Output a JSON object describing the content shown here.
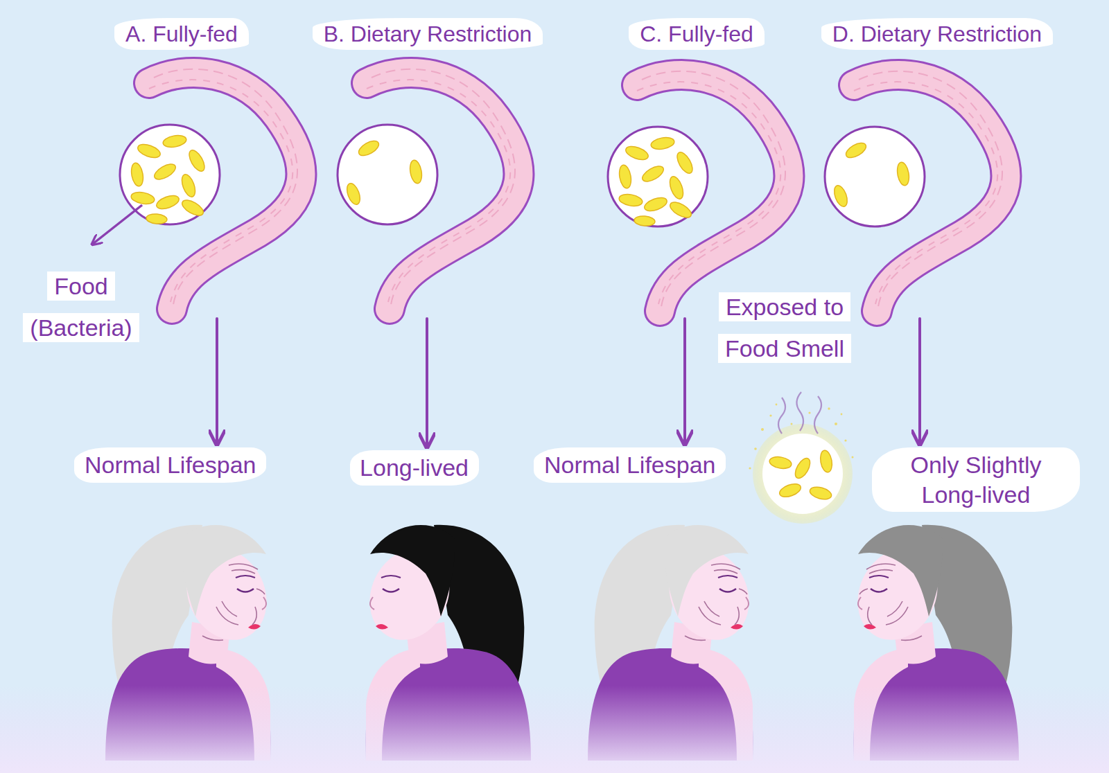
{
  "diagram": {
    "nodes": [
      {
        "text": [
          "A. Fully-fed"
        ]
      },
      {
        "text": [
          "B. Dietary Restriction"
        ]
      },
      {
        "text": [
          "C. Fully-fed"
        ]
      },
      {
        "text": [
          "D. Dietary Restriction"
        ]
      },
      {
        "text": [
          "Normal Lifespan"
        ]
      },
      {
        "text": [
          "Long-lived"
        ]
      },
      {
        "text": [
          "Normal Lifespan"
        ]
      },
      {
        "text": [
          "Only Slightly Long-lived"
        ]
      }
    ],
    "edges": [
      {
        "from": 0,
        "to": 4,
        "arrow": "to"
      },
      {
        "from": 1,
        "to": 5,
        "arrow": "to"
      },
      {
        "from": 2,
        "to": 6,
        "arrow": "to"
      },
      {
        "from": 3,
        "to": 7,
        "arrow": "to"
      }
    ],
    "labels": [
      "Food (Bacteria)",
      "Exposed to Food Smell"
    ]
  }
}
